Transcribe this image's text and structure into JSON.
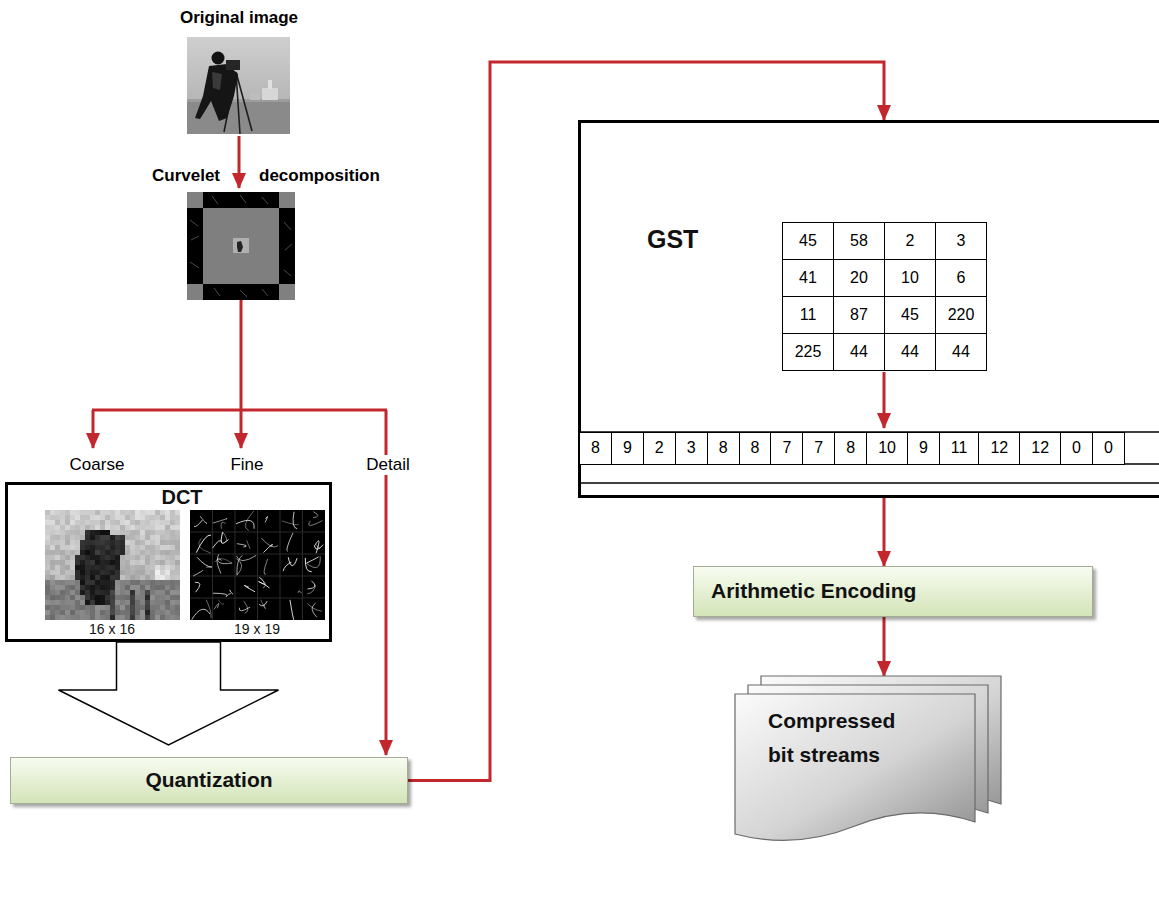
{
  "diagram": {
    "nodes": [
      {
        "text": [
          "DCT",
          "16 x 16",
          "19 x 19"
        ]
      },
      {
        "text": [
          "Quantization"
        ]
      },
      {
        "text": [
          "GST"
        ]
      },
      {
        "text": [
          "Arithmetic Encoding"
        ]
      },
      {
        "text": [
          "Compressed bit streams"
        ]
      }
    ],
    "edges": [
      {
        "from": 0,
        "to": 1,
        "arrow": "to"
      },
      {
        "from": 1,
        "to": 2,
        "arrow": "to"
      },
      {
        "from": 2,
        "to": 3,
        "arrow": "to"
      },
      {
        "from": 3,
        "to": 4,
        "arrow": "to"
      }
    ],
    "labels": [
      "Original image",
      "Curvelet",
      "decomposition",
      "Coarse",
      "Fine",
      "Detail",
      "45",
      "58",
      "2",
      "3",
      "41",
      "20",
      "10",
      "6",
      "11",
      "87",
      "45",
      "220",
      "225",
      "44",
      "44",
      "44",
      "8",
      "9",
      "2",
      "3",
      "8",
      "8",
      "7",
      "7",
      "8",
      "10",
      "9",
      "11",
      "12",
      "12",
      "0",
      "0"
    ]
  }
}
